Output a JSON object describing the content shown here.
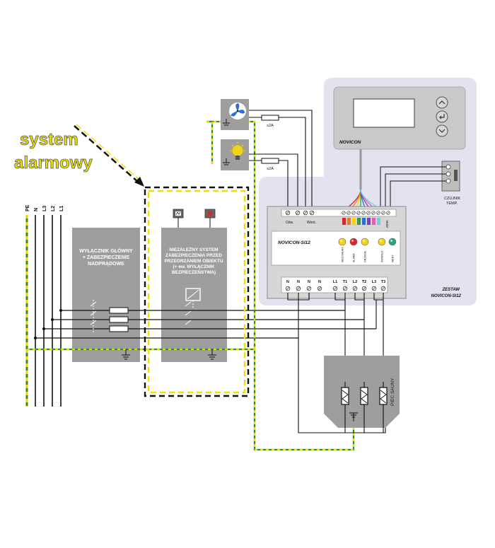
{
  "annotation": {
    "line1": "system",
    "line2": "alarmowy",
    "text_color": "#f0e000",
    "arrow_color": "#111111"
  },
  "colors": {
    "panel_grey": "#9e9e9e",
    "kit_background": "#e3e3f0",
    "pe_yellow": "#e6d800",
    "pe_green": "#2e8b3c",
    "wire": "#111111"
  },
  "bus_labels": [
    "PE",
    "N",
    "L3",
    "L2",
    "L1"
  ],
  "main_switch": {
    "title_lines": [
      "WYŁĄCZNIK GŁÓWNY",
      "+ ZABEZPIECZENIE",
      "NADPRĄDOWE"
    ]
  },
  "safety_system": {
    "title_lines": [
      "NIEZALEŻNY SYSTEM",
      "ZABEZPIECZENIA PRZED",
      "PRZEGRZANIEM OBIEKTU",
      "(+ ew. WYŁĄCZNIK",
      "BEZPIECZEŃSTWA)"
    ]
  },
  "loads": {
    "fan_fuse": "≤2A",
    "light_fuse": "≤2A"
  },
  "controller_panel": {
    "brand": "NOVICON",
    "buttons": [
      "up-button",
      "enter-button",
      "down-button"
    ]
  },
  "module": {
    "name": "NOVICON-SI12",
    "top_terminal_labels": [
      "Ośw.",
      "Went."
    ],
    "side_label": "ZEW.",
    "indicator_labels": [
      "SIEĆ/SAUNA",
      "ALARM",
      "GRZANIE",
      "ŚWIATŁO",
      "WENT."
    ],
    "indicator_colors": [
      "#f2d31b",
      "#d8262b",
      "#f2d31b",
      "#f2d31b",
      "#2aa57a"
    ],
    "bottom_terminals": [
      "N",
      "N",
      "N",
      "N",
      "L1",
      "T1",
      "L2",
      "T2",
      "L3",
      "T3"
    ],
    "ribbon_colors": [
      "#d8262b",
      "#e67c1a",
      "#f2d31b",
      "#2e9e44",
      "#2a6fd1",
      "#7a3fbf",
      "#e25fb0",
      "#6ad0e0"
    ]
  },
  "kit_label": {
    "line1": "ZESTAW",
    "line2": "NOVICON-SI12"
  },
  "sensor": {
    "label_line1": "CZUJNIK",
    "label_line2": "TEMP."
  },
  "heater": {
    "label": "PIEC SAUNY"
  }
}
